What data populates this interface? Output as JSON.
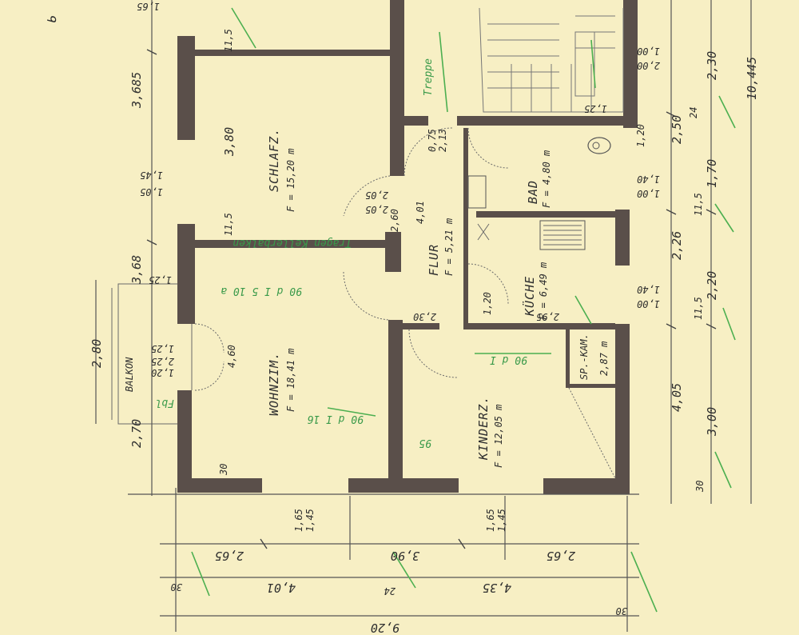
{
  "rooms": {
    "schlafz": {
      "name": "SCHLAFZ.",
      "area": "F = 15,20 m"
    },
    "wohnzim": {
      "name": "WOHNZIM.",
      "area": "F = 18,41 m"
    },
    "flur": {
      "name": "FLUR",
      "area": "F = 5,21 m"
    },
    "bad": {
      "name": "BAD",
      "area": "F = 4,80 m"
    },
    "kueche": {
      "name": "KÜCHE",
      "area": "F = 6,49 m"
    },
    "kinderz": {
      "name": "KINDERZ.",
      "area": "F = 12,05 m"
    },
    "speisekammer": {
      "name": "SP.-KAM.",
      "area": "2,87 m"
    },
    "balkon": {
      "name": "BALKON"
    }
  },
  "dimensions": {
    "bottom_row1": [
      "2,65",
      "3,90",
      "2,65"
    ],
    "bottom_row2": [
      "30",
      "4,01",
      "24",
      "4,35",
      "30"
    ],
    "bottom_total": "9,20",
    "bottom_openings": [
      "1,65",
      "1,45",
      "1,65",
      "1,45"
    ],
    "right_col1": [
      "2,30",
      "2,50",
      "1,70",
      "2,26",
      "2,20",
      "4,05",
      "3,00",
      "30"
    ],
    "right_total": "10,445",
    "right_small": [
      "1,00",
      "2,00",
      "1,40",
      "1,00",
      "1,40",
      "1,00",
      "24",
      "11,5",
      "11,5"
    ],
    "left_col": [
      "1,65",
      "3,685",
      "1,45",
      "1,05",
      "3,68",
      "2,80",
      "2,70"
    ],
    "interior": [
      "11,5",
      "3,80",
      "11,5",
      "2,05",
      "2,05",
      "4,01",
      "0,75",
      "2,13",
      "2,95",
      "2,30",
      "1,25",
      "1,25",
      "1,20",
      "1,20",
      "2,60",
      "30"
    ],
    "window_labels": [
      "1,25",
      "2,25",
      "1,20",
      "4,60"
    ]
  },
  "annotations": {
    "green_notes": [
      "Treppe",
      "Tragen Kellerbalken",
      "90 d I 5 10 a",
      "90 d I 16",
      "95",
      "90 d I",
      "Fbl"
    ]
  }
}
